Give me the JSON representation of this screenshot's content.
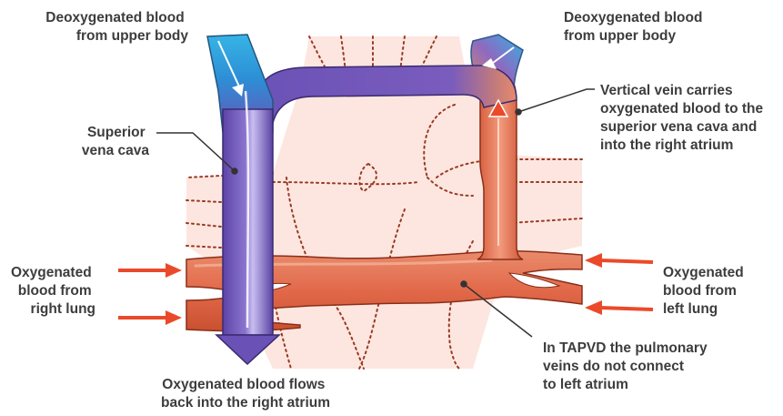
{
  "labels": {
    "deoxy_left": [
      "Deoxygenated blood",
      "from upper body"
    ],
    "deoxy_right": [
      "Deoxygenated blood",
      "from upper body"
    ],
    "svc": [
      "Superior",
      "vena cava"
    ],
    "vertical_vein": [
      "Vertical vein carries",
      "oxygenated blood to the",
      "superior vena cava and",
      "into the right atrium"
    ],
    "oxy_right_lung": [
      "Oxygenated",
      "blood from",
      "right lung"
    ],
    "oxy_left_lung": [
      "Oxygenated",
      "blood from",
      "left lung"
    ],
    "tapvd": [
      "In TAPVD the pulmonary",
      "veins do not connect",
      "to left atrium"
    ],
    "oxy_flow_back": [
      "Oxygenated blood flows",
      "back into the right atrium"
    ]
  },
  "colors": {
    "deoxygenated": "#2aa7dd",
    "svc_purple": "#6b52b6",
    "oxygenated": "#e46a48",
    "arrow_red": "#ea4a2a",
    "heart_tint": "#fde6e0",
    "dotted_outline": "#9a3a22"
  }
}
